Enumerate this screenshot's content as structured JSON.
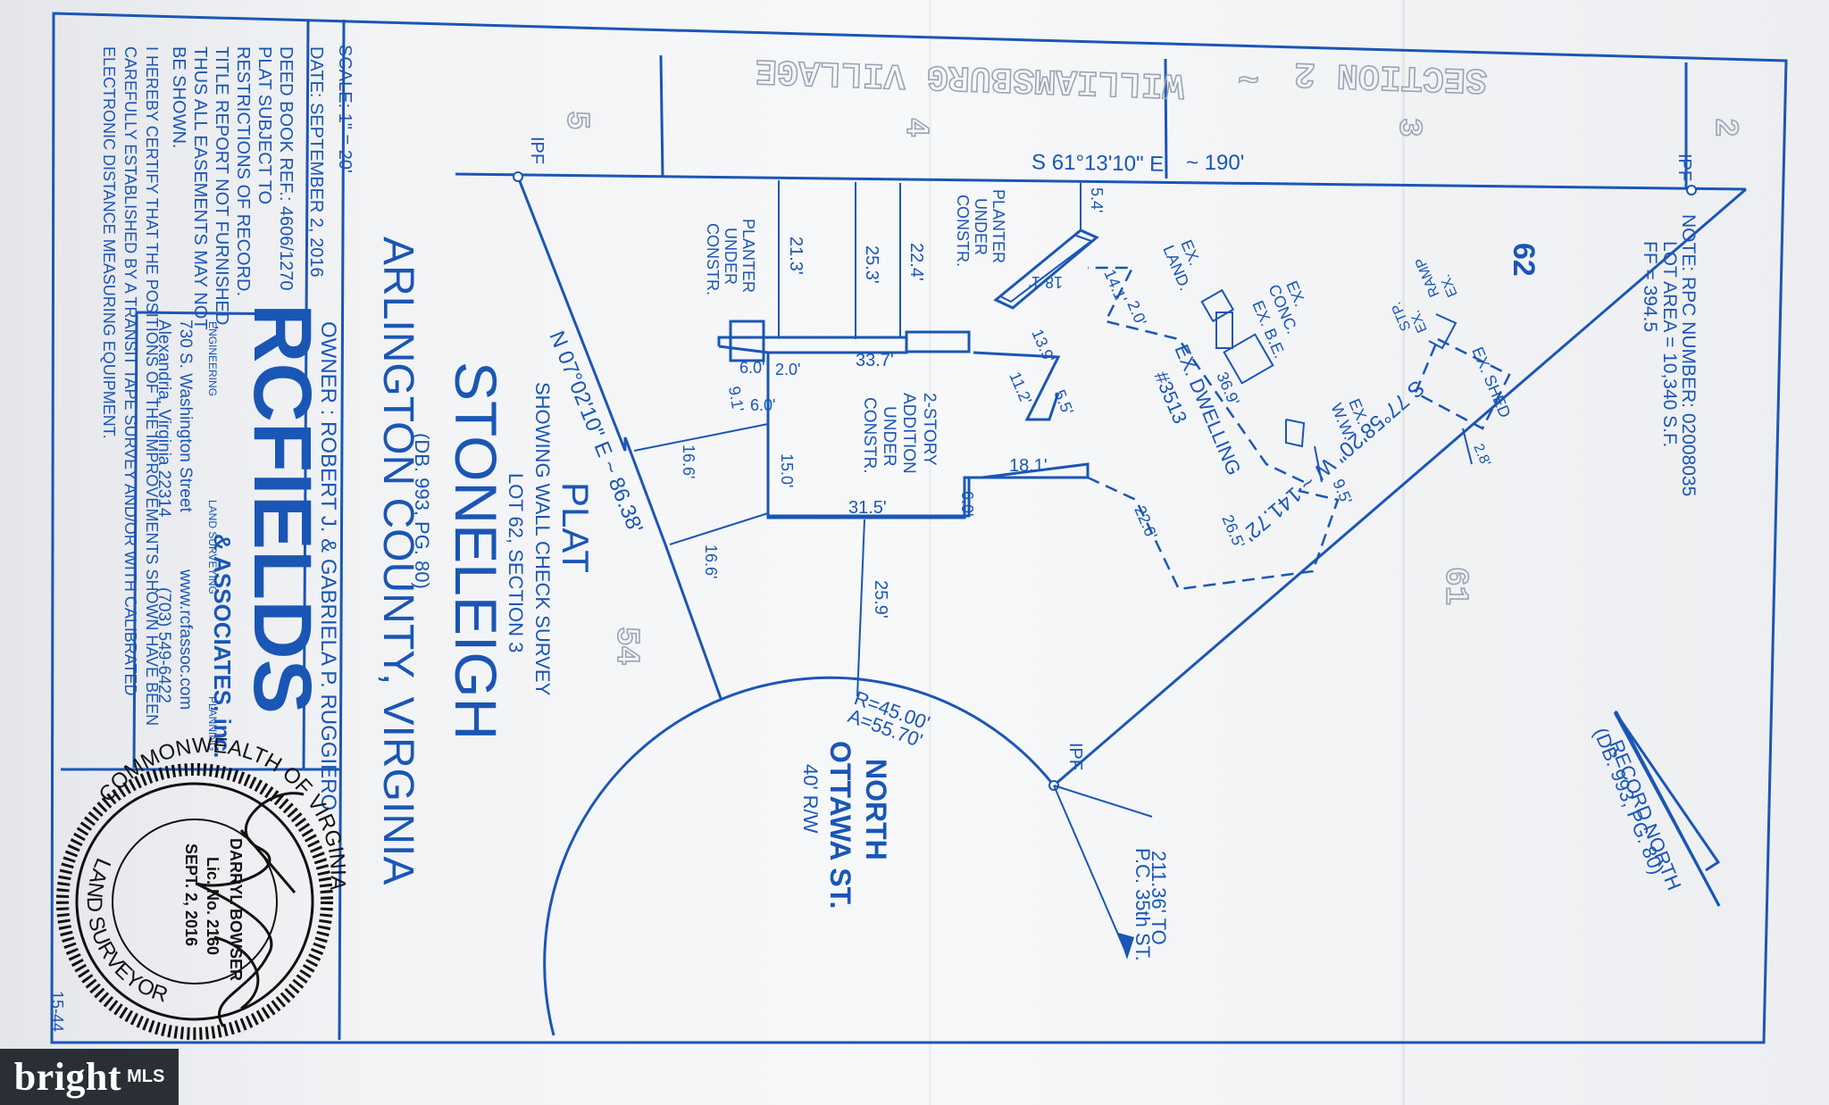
{
  "plat": {
    "title": "PLAT",
    "subtitle1": "SHOWING WALL CHECK SURVEY",
    "subtitle2": "LOT 62, SECTION 3",
    "subdivision": "STONELEIGH",
    "deed_ref": "(DB. 993, PG. 80)",
    "county": "ARLINGTON COUNTY, VIRGINIA",
    "owner": "OWNER : ROBERT J. & GABRIELA P. RUGGIERO",
    "scale": "SCALE: 1\" = 20'",
    "date": "DATE: SEPTEMBER 2, 2016",
    "notes": [
      "DEED BOOK REF.: 4606/1270",
      "PLAT SUBJECT TO",
      "RESTRICTIONS OF RECORD.",
      "TITLE REPORT NOT FURNISHED,",
      "THUS ALL EASEMENTS MAY NOT",
      "BE SHOWN."
    ],
    "certification": [
      "I HEREBY CERTIFY THAT THE POSITIONS OF THE IMPROVEMENTS SHOWN HAVE BEEN",
      "CAREFULLY ESTABLISHED BY A TRANSIT TAPE SURVEY AND/OR WITH CALIBRATED",
      "ELECTRONIC DISTANCE MEASURING EQUIPMENT."
    ],
    "sheet_no": "15-44"
  },
  "firm": {
    "logo_text": "RCFIELDS",
    "associates": "& ASSOCIATES, inc.",
    "services": [
      "ENGINEERING",
      "LAND SURVEYING",
      "PLANNING"
    ],
    "address": "730 S. Washington Street",
    "city": "Alexandria, Virginia  22314",
    "web": "www.rcfassoc.com",
    "phone": "(703) 549-6422"
  },
  "seal": {
    "top_text": "COMMONWEALTH OF VIRGINIA",
    "bottom_text": "LAND SURVEYOR",
    "name": "DARRYL BOWSER",
    "license": "Lic. No. 2160",
    "date": "SEPT. 2, 2016"
  },
  "note_box": {
    "rpc": "NOTE: RPC NUMBER: 02008035",
    "lot_area": "LOT AREA = 10,340 S.F.",
    "ff": "FF = 394.5"
  },
  "neighbor": {
    "village": "WILLIAMSBURG VILLAGE",
    "section": "SECTION 2",
    "tilde": "~",
    "lots": [
      "5",
      "4",
      "3",
      "2",
      "61",
      "54"
    ]
  },
  "boundary": {
    "north_line": "S 61°13'10\" E",
    "north_len": "~ 190'",
    "east_line": "S 77°58'20\" W ~ 141.72'",
    "west_line": "N 07°02'10\" E ~ 86.38'",
    "curve_r": "R=45.00'",
    "curve_a": "A=55.70'",
    "ipf": "IPF",
    "lot_number": "62"
  },
  "street": {
    "name1": "NORTH",
    "name2": "OTTAWA ST.",
    "row": "40' R/W",
    "to1": "211.36' TO",
    "to2": "P.C. 35th ST."
  },
  "record_north": {
    "line1": "RECORD NORTH",
    "line2": "(DB. 993, PG. 80)"
  },
  "labels": {
    "dwelling1": "EX. DWELLING",
    "dwelling2": "#3513",
    "addition": [
      "2-STORY",
      "ADDITION",
      "UNDER",
      "CONSTR."
    ],
    "planter1": [
      "PLANTER",
      "UNDER",
      "CONSTR."
    ],
    "planter2": [
      "PLANTER",
      "UNDER",
      "CONSTR."
    ],
    "ex_land": [
      "EX.",
      "LAND."
    ],
    "ex_conc": "EX.",
    "conc": "CONC.",
    "ex_be": "EX. B.E.",
    "ex_ww": [
      "EX.",
      "W.W."
    ],
    "ex_shed": "EX. SHED",
    "ex_ramp": [
      "EX.",
      "RAMP"
    ],
    "ex_stp": [
      "EX.",
      "STP."
    ]
  },
  "dims": {
    "d21_3": "21.3'",
    "d25_3": "25.3'",
    "d22_4": "22.4'",
    "d5_4": "5.4'",
    "d18_1a": "18.1'",
    "d14_1": "14.1'",
    "d2_0a": "2.0'",
    "d13_9": "13.9'",
    "d11_2": "11.2'",
    "d5_5": "5.5'",
    "d36_9": "36.9'",
    "d33_7": "33.7'",
    "d2_0b": "2.0'",
    "d6_0a": "6.0'",
    "d9_1": "9.1'",
    "d6_0b": "6.0'",
    "d15_0": "15.0'",
    "d16_6a": "16.6'",
    "d16_6b": "16.6'",
    "d31_5": "31.5'",
    "d6_0c": "6.0'",
    "d18_1b": "18.1'",
    "d22_6": "22.6'",
    "d26_5": "26.5'",
    "d9_5": "9.5'",
    "d25_9": "25.9'",
    "d2_8": "2.8'"
  },
  "badge": {
    "brand": "bright",
    "mls": "MLS"
  }
}
